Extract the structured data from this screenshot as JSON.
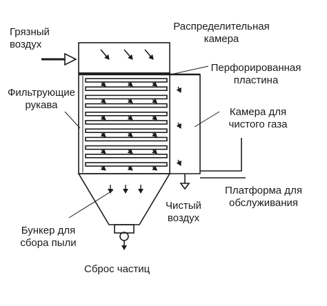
{
  "labels": {
    "dirty_air": [
      "Грязный",
      "воздух"
    ],
    "distribution_chamber": [
      "Распределительная",
      "камера"
    ],
    "perforated_plate": [
      "Перфорированная",
      "пластина"
    ],
    "filter_sleeves": [
      "Фильтрующие",
      "рукава"
    ],
    "clean_gas_chamber": [
      "Камера для",
      "чистого газа"
    ],
    "service_platform": [
      "Платформа для",
      "обслуживания"
    ],
    "clean_air": [
      "Чистый",
      "воздух"
    ],
    "dust_hopper": [
      "Бункер для",
      "сбора пыли"
    ],
    "particle_discharge": "Сброс частиц"
  },
  "colors": {
    "line": "#1a1a1a",
    "background": "#ffffff"
  }
}
